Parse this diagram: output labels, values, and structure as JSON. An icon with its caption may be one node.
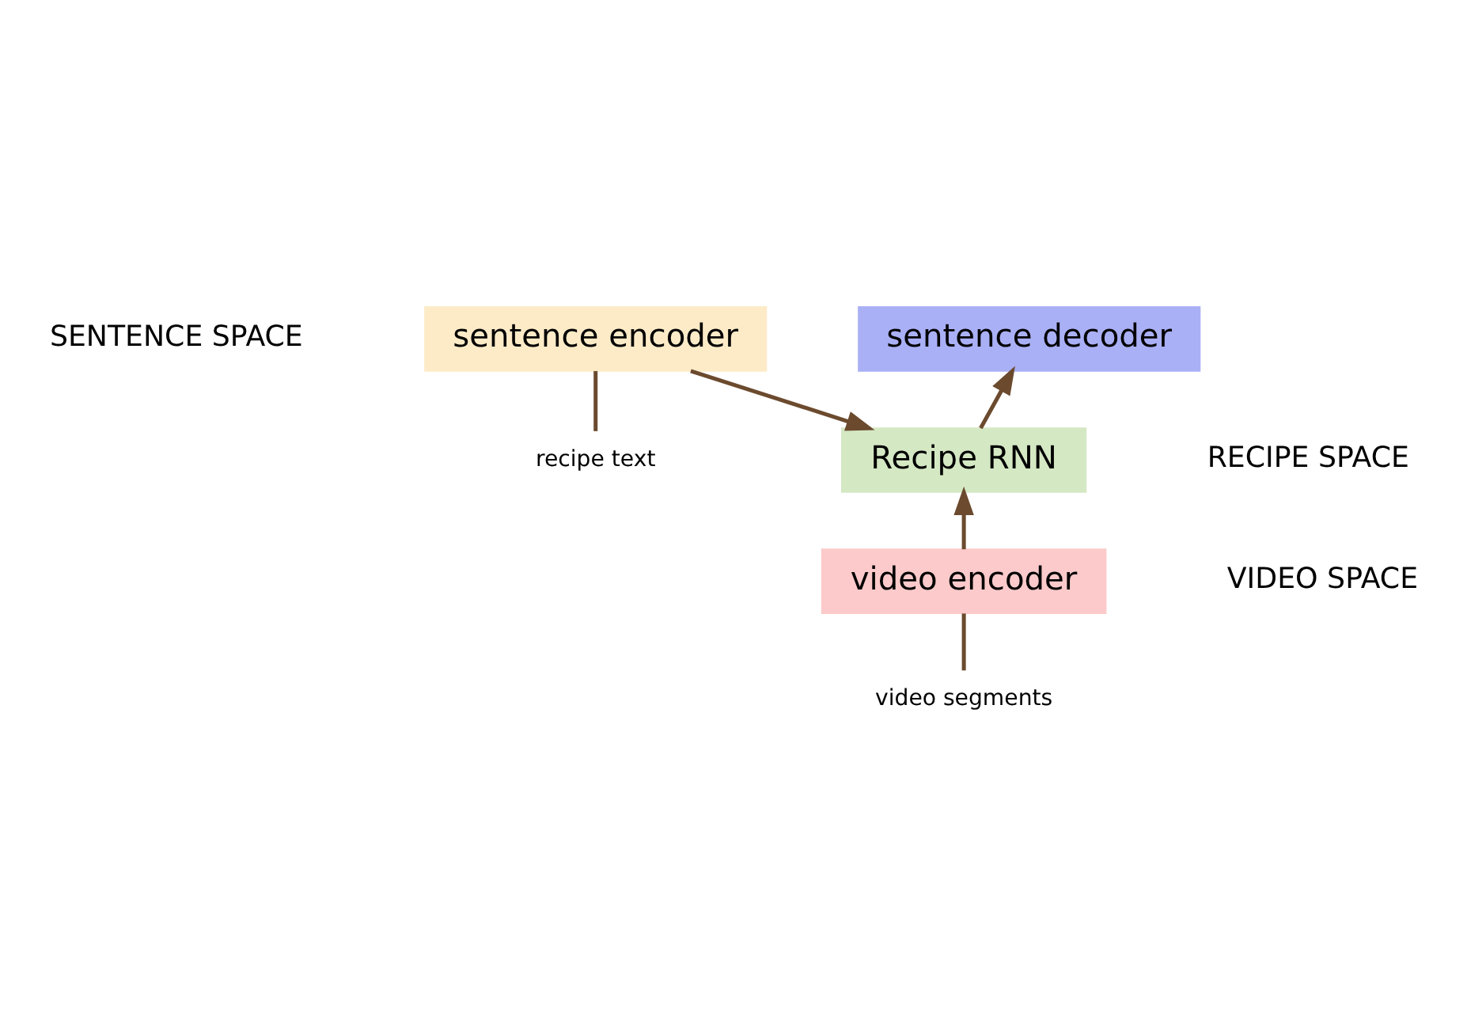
{
  "diagram": {
    "nodes": [
      {
        "text": [
          "Recipe RNN"
        ]
      },
      {
        "text": [
          "sentence encoder"
        ]
      },
      {
        "text": [
          "sentence decoder"
        ]
      },
      {
        "text": [
          "video encoder"
        ]
      },
      {
        "text": [
          "recipe text"
        ]
      },
      {
        "text": [
          "video segments"
        ]
      }
    ],
    "edges": [
      {
        "from": 1,
        "to": 0,
        "arrow": "to"
      },
      {
        "from": 3,
        "to": 0,
        "arrow": "to"
      },
      {
        "from": 0,
        "to": 2,
        "arrow": "to"
      },
      {
        "from": 4,
        "to": 1,
        "arrow": "none"
      },
      {
        "from": 5,
        "to": 3,
        "arrow": "none"
      }
    ],
    "labels": [
      "RECIPE SPACE",
      "SENTENCE SPACE",
      "VIDEO SPACE"
    ]
  }
}
